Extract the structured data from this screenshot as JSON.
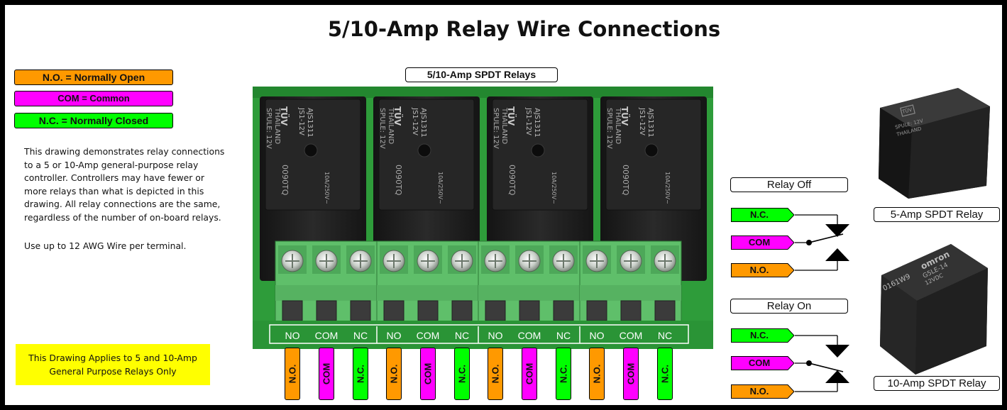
{
  "title": "5/10-Amp Relay Wire Connections",
  "legend": [
    {
      "text": "N.O. = Normally Open",
      "color": "#ff9900"
    },
    {
      "text": "COM = Common",
      "color": "#ff00ff"
    },
    {
      "text": "N.C. = Normally Closed",
      "color": "#00ff00"
    }
  ],
  "description": [
    "This drawing demonstrates relay connections",
    "to a 5 or 10-Amp general-purpose relay",
    "controller.  Controllers may have fewer or",
    "more relays than what is depicted in this",
    "drawing.  All relay connections are the same,",
    "regardless of the number of on-board relays."
  ],
  "wire_note": "Use up to 12 AWG Wire per terminal.",
  "applies_note": [
    "This Drawing Applies to 5 and 10-Amp",
    "General Purpose Relays Only"
  ],
  "relays_label": "5/10-Amp SPDT Relays",
  "relay_print": {
    "brand": "TÜV",
    "part": "JS1-12V",
    "model": "AJS1311",
    "coil": "SPULE: 12V",
    "origin": "THAILAND",
    "rating": "10A/250V~",
    "code": "0090TQ"
  },
  "board_terminals": [
    "NO",
    "COM",
    "NC",
    "NO",
    "COM",
    "NC",
    "NO",
    "COM",
    "NC",
    "NO",
    "COM",
    "NC"
  ],
  "wire_labels": [
    {
      "text": "N.O.",
      "color": "#ff9900"
    },
    {
      "text": "COM",
      "color": "#ff00ff"
    },
    {
      "text": "N.C.",
      "color": "#00ff00"
    },
    {
      "text": "N.O.",
      "color": "#ff9900"
    },
    {
      "text": "COM",
      "color": "#ff00ff"
    },
    {
      "text": "N.C.",
      "color": "#00ff00"
    },
    {
      "text": "N.O.",
      "color": "#ff9900"
    },
    {
      "text": "COM",
      "color": "#ff00ff"
    },
    {
      "text": "N.C.",
      "color": "#00ff00"
    },
    {
      "text": "N.O.",
      "color": "#ff9900"
    },
    {
      "text": "COM",
      "color": "#ff00ff"
    },
    {
      "text": "N.C.",
      "color": "#00ff00"
    }
  ],
  "relay_off": {
    "label": "Relay Off",
    "nc": "N.C.",
    "com": "COM",
    "no": "N.O."
  },
  "relay_on": {
    "label": "Relay On",
    "nc": "N.C.",
    "com": "COM",
    "no": "N.O."
  },
  "photo_5amp": {
    "caption": "5-Amp SPDT Relay",
    "print": [
      "TÜV",
      "SPULE: 12V",
      "THAILAND"
    ]
  },
  "photo_10amp": {
    "caption": "10-Amp SPDT Relay",
    "print": [
      "omron",
      "G5LE-14",
      "12VDC",
      "0161W9"
    ]
  },
  "colors": {
    "no": "#ff9900",
    "com": "#ff00ff",
    "nc": "#00ff00",
    "note_bg": "#ffff00",
    "board": "#2e9c3a",
    "terminal": "#5fbf6a",
    "relay": "#1e1e1e"
  }
}
